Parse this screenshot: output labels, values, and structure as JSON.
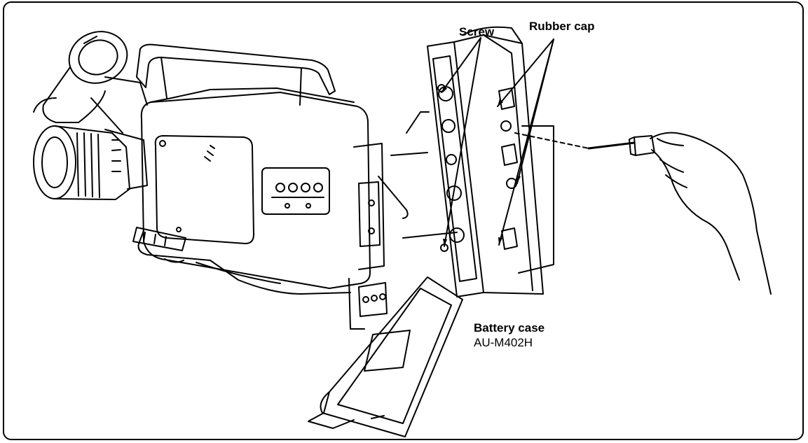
{
  "labels": {
    "screw": "Screw",
    "rubber_cap": "Rubber cap",
    "battery_case": "Battery case",
    "model": "AU-M402H"
  },
  "colors": {
    "line": "#000000",
    "background": "#ffffff"
  }
}
